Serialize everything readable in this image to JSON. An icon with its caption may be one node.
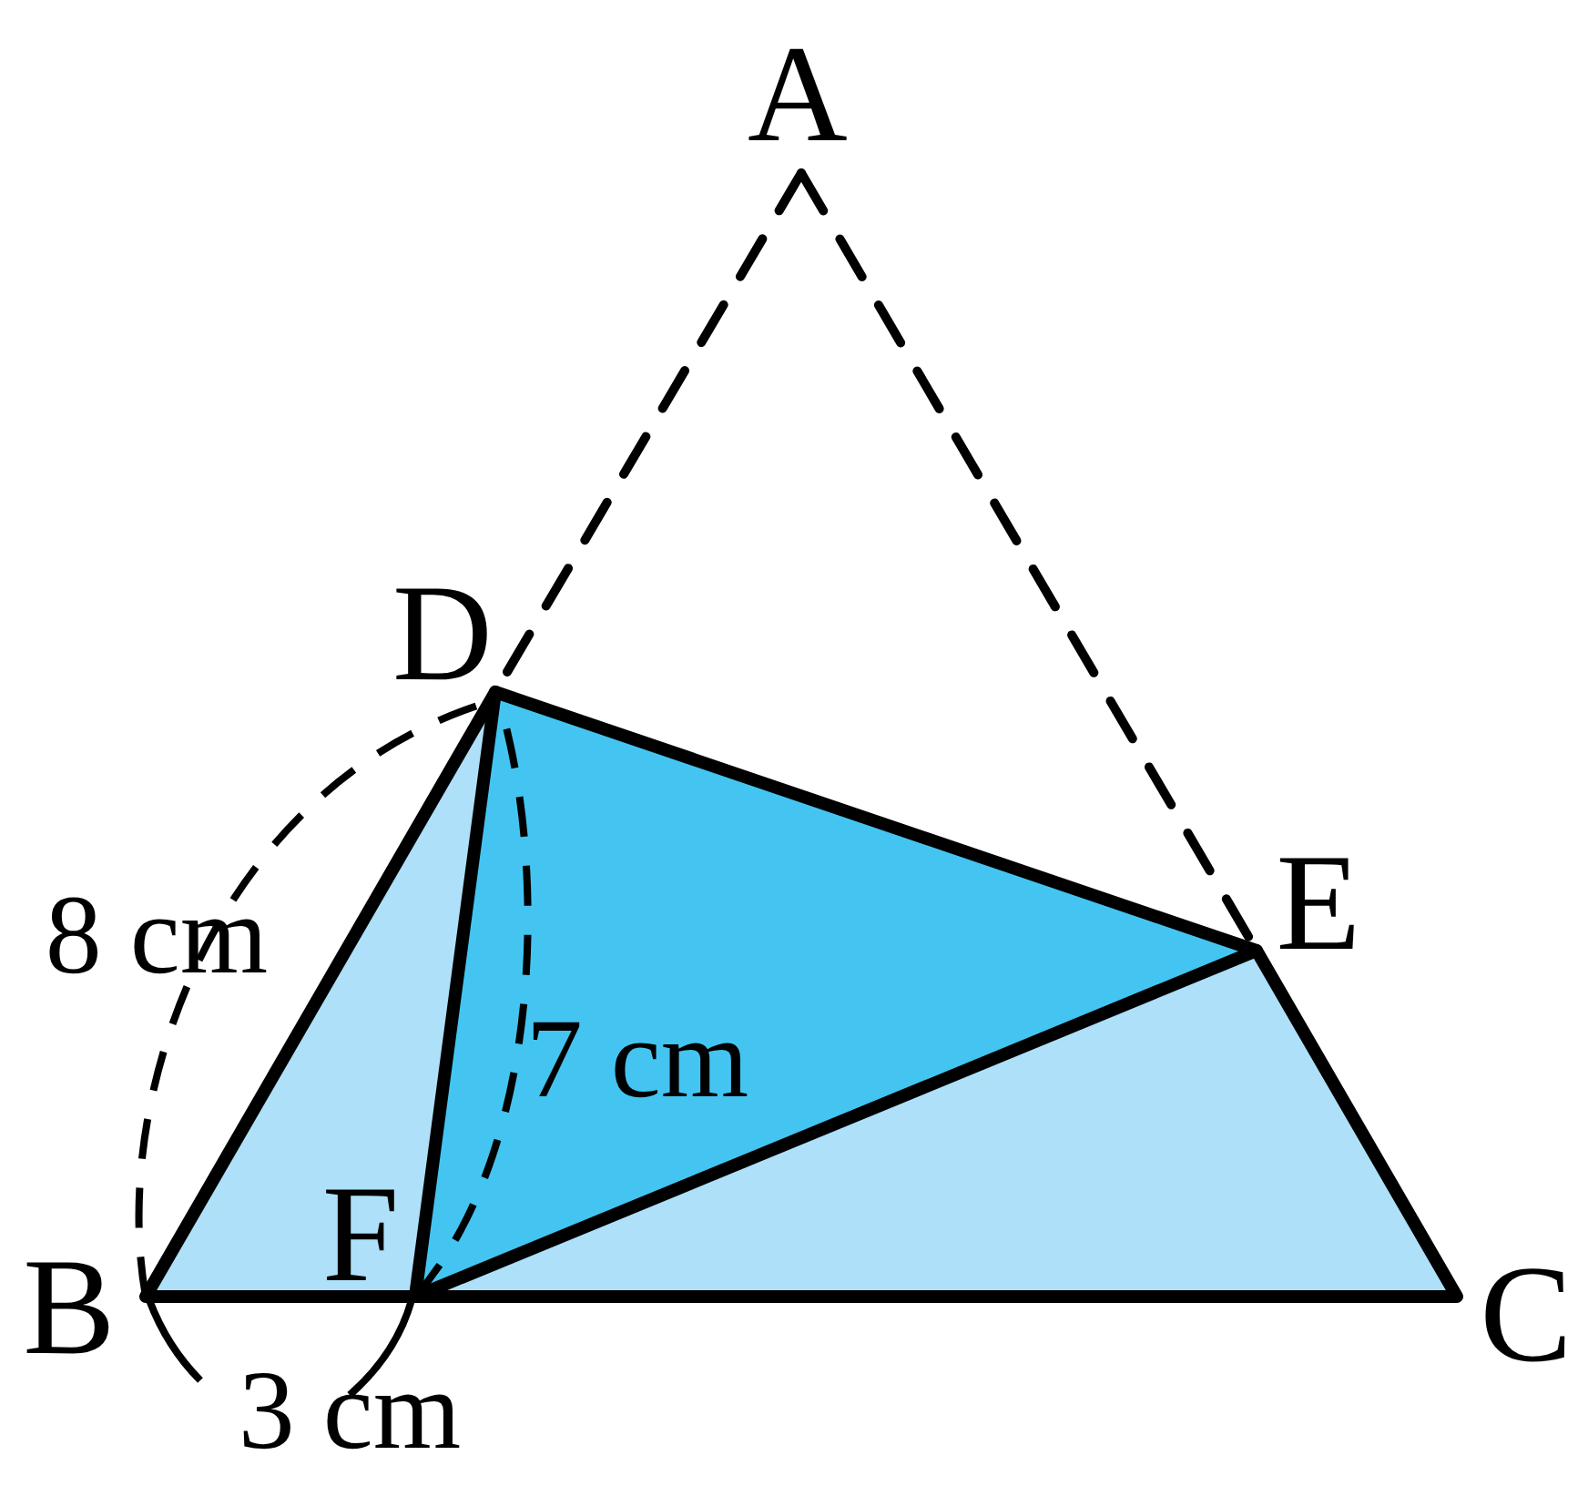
{
  "diagram": {
    "labels": [
      "A",
      "D",
      "8 cm",
      "7 cm",
      "E",
      "F",
      "B",
      "C",
      "3 cm"
    ]
  }
}
